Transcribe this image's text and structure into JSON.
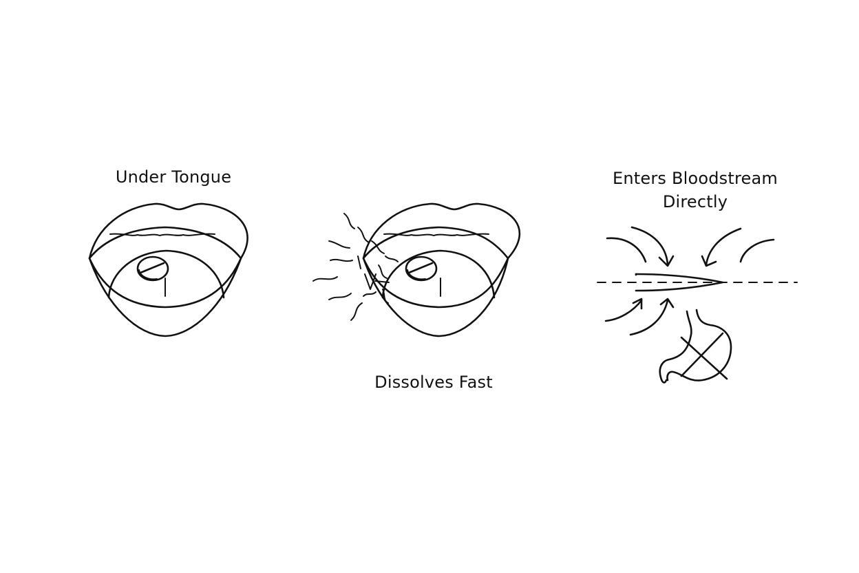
{
  "steps": [
    {
      "label": "Under Tongue"
    },
    {
      "label": "Dissolves Fast"
    },
    {
      "label_lines": [
        "Enters Bloodstream",
        "Directly"
      ]
    }
  ],
  "colors": {
    "line": "#111111",
    "background": "#ffffff"
  },
  "icons": [
    "open-mouth-with-tablet-icon",
    "dissolving-tablet-mouth-icon",
    "blood-vessel-absorption-icon",
    "crossed-out-stomach-icon"
  ]
}
